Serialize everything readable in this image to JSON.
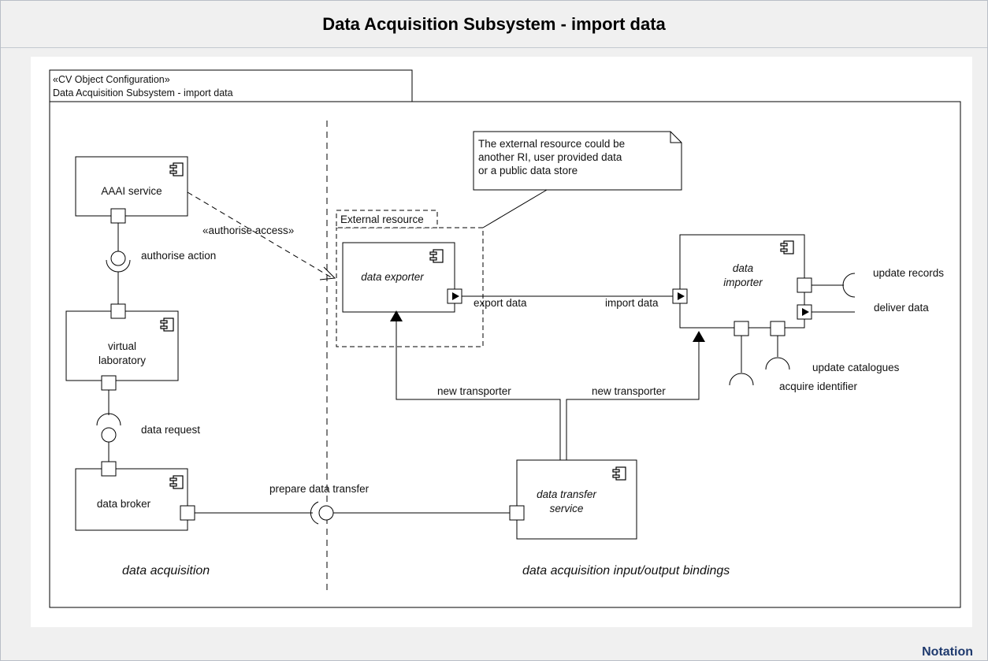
{
  "title": "Data Acquisition Subsystem - import data",
  "notation_label": "Notation",
  "diagram": {
    "stereotype": "«CV Object Configuration»",
    "frame_name": "Data Acquisition Subsystem - import data",
    "note": [
      "The external resource could be",
      "another RI, user provided data",
      "or a public data store"
    ],
    "components": {
      "aaai": "AAAI service",
      "virtual_lab": [
        "virtual",
        "laboratory"
      ],
      "data_broker": "data broker",
      "data_exporter": "data exporter",
      "data_importer": [
        "data",
        "importer"
      ],
      "data_transfer": [
        "data transfer",
        "service"
      ]
    },
    "external_resource": "External resource",
    "labels": {
      "authorise_access": "«authorise access»",
      "authorise_action": "authorise action",
      "data_request": "data request",
      "prepare_data_transfer": "prepare data transfer",
      "export_data": "export data",
      "import_data": "import data",
      "update_records": "update records",
      "deliver_data": "deliver data",
      "update_catalogues": "update catalogues",
      "acquire_identifier": "acquire identifier",
      "new_transporter_left": "new transporter",
      "new_transporter_right": "new transporter"
    },
    "regions": {
      "left": "data acquisition",
      "right": "data acquisition input/output bindings"
    }
  }
}
